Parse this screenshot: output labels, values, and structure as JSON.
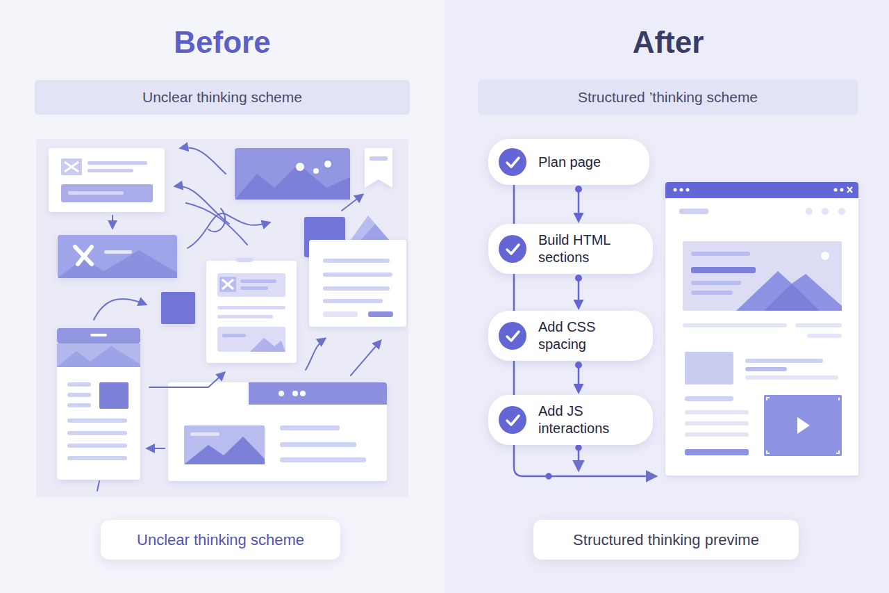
{
  "diagram": {
    "nodes": [
      {
        "text": [
          "Unclear thinking scheme"
        ]
      },
      {
        "text": [
          "Structured ’thinking scheme"
        ]
      },
      {
        "text": [
          "Plan page"
        ]
      },
      {
        "text": [
          "Build HTML sections"
        ]
      },
      {
        "text": [
          "Add CSS spacing"
        ]
      },
      {
        "text": [
          "Add JS interactions"
        ]
      },
      {
        "text": [
          "Unclear thinking scheme"
        ]
      },
      {
        "text": [
          "Structured thinking previme"
        ]
      }
    ],
    "edges": [
      {
        "from": 2,
        "to": 3,
        "arrow": "to"
      },
      {
        "from": 3,
        "to": 4,
        "arrow": "to"
      },
      {
        "from": 4,
        "to": 5,
        "arrow": "to"
      }
    ],
    "labels": [
      "Before",
      "After"
    ]
  }
}
